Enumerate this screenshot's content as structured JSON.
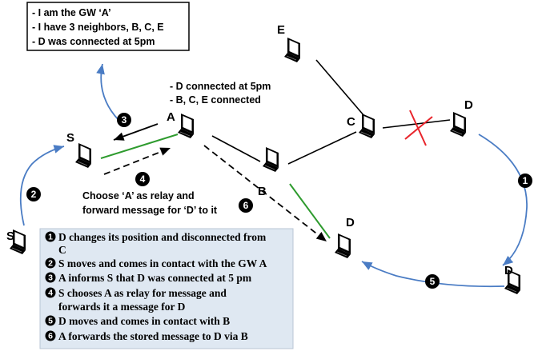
{
  "nodes": {
    "S_top": "S",
    "A": "A",
    "B": "B",
    "C": "C",
    "D_top": "D",
    "E": "E",
    "D_mid": "D",
    "D_right": "D",
    "S_bottom": "S"
  },
  "gw_box": {
    "line1": "- I am the GW ‘A’",
    "line2": "- I have 3 neighbors, B, C, E",
    "line3": "- D was connected at 5pm"
  },
  "a_notes": {
    "line1": "- D connected at 5pm",
    "line2": "- B, C, E connected"
  },
  "relay_note": {
    "line1": "Choose ‘A’ as relay and",
    "line2": "forward message for ‘D’ to it"
  },
  "step_markers": {
    "s1": "1",
    "s2": "2",
    "s3": "3",
    "s4": "4",
    "s5": "5",
    "s6": "6"
  },
  "legend": {
    "items": [
      {
        "num": "1",
        "line1": "D changes its position and disconnected from",
        "line2": "C"
      },
      {
        "num": "2",
        "line1": "S moves and comes in contact with the GW A"
      },
      {
        "num": "3",
        "line1": "A informs S that D was connected at 5 pm"
      },
      {
        "num": "4",
        "line1": "S chooses A as relay for message and",
        "line2": "forwards it a message for D"
      },
      {
        "num": "5",
        "line1": "D moves and comes in contact with B"
      },
      {
        "num": "6",
        "line1": "A forwards the stored message to D via B"
      }
    ]
  },
  "colors": {
    "movement_arrow": "#4a7cc4",
    "contact_link": "#2e9b2e",
    "broken_link": "#e8232a",
    "legend_bg": "#dfe8f2",
    "laptop_screen": "#ffffff"
  },
  "icons": {
    "device": "laptop-icon",
    "broken": "broken-link-icon"
  }
}
